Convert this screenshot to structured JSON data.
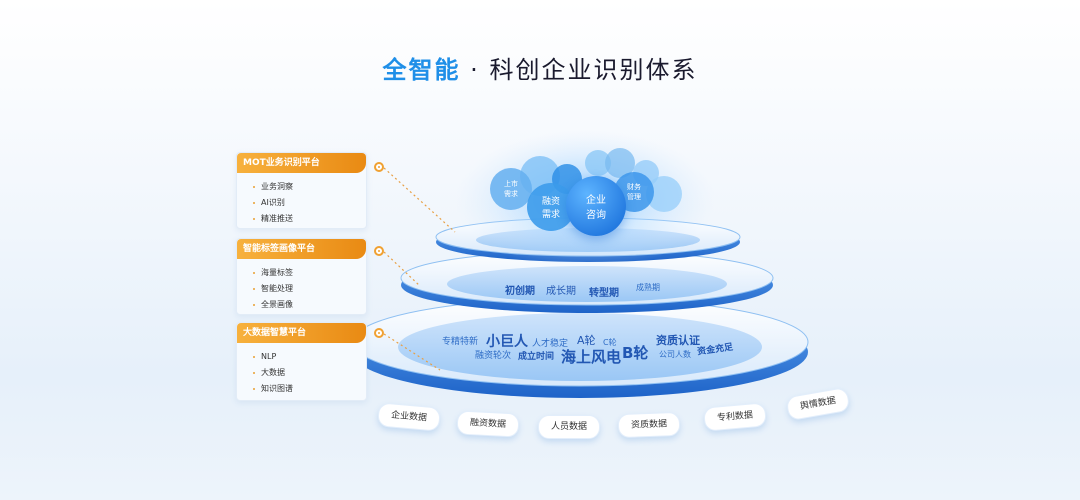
{
  "title": {
    "accent": "全智能",
    "dot": "·",
    "rest": "科创企业识别体系"
  },
  "panels": [
    {
      "header": "MOT业务识别平台",
      "items": [
        "业务洞察",
        "AI识别",
        "精准推送"
      ]
    },
    {
      "header": "智能标签画像平台",
      "items": [
        "海量标签",
        "智能处理",
        "全景画像"
      ]
    },
    {
      "header": "大数据智慧平台",
      "items": [
        "NLP",
        "大数据",
        "知识图谱"
      ]
    }
  ],
  "bubbles": {
    "main": "企业\n咨询",
    "financing": "融资\n需求",
    "listing": "上市\n需求",
    "finance_mgmt": "财务\n管理"
  },
  "middle_layer": {
    "stages": [
      "初创期",
      "成长期",
      "转型期",
      "成熟期"
    ]
  },
  "bottom_layer": {
    "tags": [
      "专精特新",
      "小巨人",
      "人才稳定",
      "A轮",
      "C轮",
      "融资轮次",
      "成立时间",
      "海上风电",
      "B轮",
      "资质认证",
      "公司人数",
      "资金充足"
    ]
  },
  "chips": [
    "企业数据",
    "融资数据",
    "人员数据",
    "资质数据",
    "专利数据",
    "舆情数据"
  ],
  "colors": {
    "accent": "#1f8fe8",
    "orange": "#f0a132",
    "ring": "#4a8fe0"
  }
}
